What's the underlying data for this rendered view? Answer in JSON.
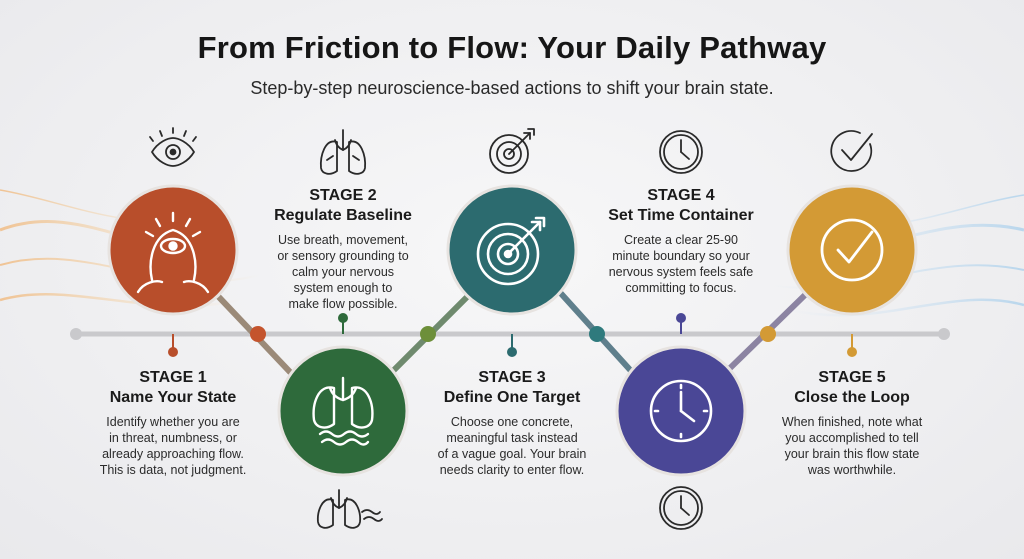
{
  "header": {
    "title": "From Friction to Flow: Your Daily Pathway",
    "subtitle": "Step-by-step neuroscience-based actions to shift your brain state."
  },
  "colors": {
    "stage1": "#b84e2b",
    "stage2": "#2e6a3b",
    "stage3": "#2c6b6f",
    "stage4": "#4a4796",
    "stage5": "#d39a35",
    "timeline": "#c9c9cc"
  },
  "stages": [
    {
      "label": "STAGE 1",
      "name": "Name Your State",
      "lines": [
        "Identify whether you are",
        "in threat, numbness, or",
        "already approaching flow.",
        "This is data, not judgment."
      ],
      "circle_icon": "head-with-eye-icon",
      "outline_icon": "eye-icon"
    },
    {
      "label": "STAGE 2",
      "name": "Regulate Baseline",
      "lines": [
        "Use breath, movement,",
        "or sensory grounding to",
        "calm your nervous",
        "system enough to",
        "make flow possible."
      ],
      "circle_icon": "lungs-waves-icon",
      "outline_icon": "lungs-icon",
      "extra_icon": "lungs-breath-icon"
    },
    {
      "label": "STAGE 3",
      "name": "Define One Target",
      "lines": [
        "Choose one concrete,",
        "meaningful task instead",
        "of a vague goal. Your brain",
        "needs clarity to enter flow."
      ],
      "circle_icon": "target-arrow-icon",
      "outline_icon": "target-icon"
    },
    {
      "label": "STAGE 4",
      "name": "Set Time Container",
      "lines": [
        "Create a clear 25-90",
        "minute boundary so your",
        "nervous system feels safe",
        "committing to focus."
      ],
      "circle_icon": "clock-icon",
      "outline_icon": "clock-outline-icon",
      "extra_icon": "clock-small-icon"
    },
    {
      "label": "STAGE 5",
      "name": "Close the Loop",
      "lines": [
        "When finished, note what",
        "you accomplished to tell",
        "your brain this flow state",
        "was worthwhile."
      ],
      "circle_icon": "checkmark-icon",
      "outline_icon": "check-circle-icon"
    }
  ]
}
